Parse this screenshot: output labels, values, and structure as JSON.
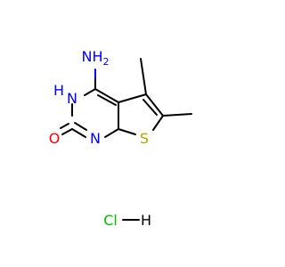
{
  "molecule": {
    "atoms": {
      "amine": "NH2",
      "amine_n": "N",
      "amine_h": "H",
      "amine_sub": "2",
      "ring_nh_n": "N",
      "ring_nh_h": "H",
      "oxygen": "O",
      "ring_n": "N",
      "sulfur": "S"
    },
    "salt": {
      "chlorine": "Cl",
      "hydrogen": "H"
    },
    "colors": {
      "nitrogen": "#0000ff",
      "oxygen": "#ff0000",
      "sulfur": "#b2a100",
      "chlorine": "#00c000",
      "carbon_bond": "#000000"
    }
  }
}
